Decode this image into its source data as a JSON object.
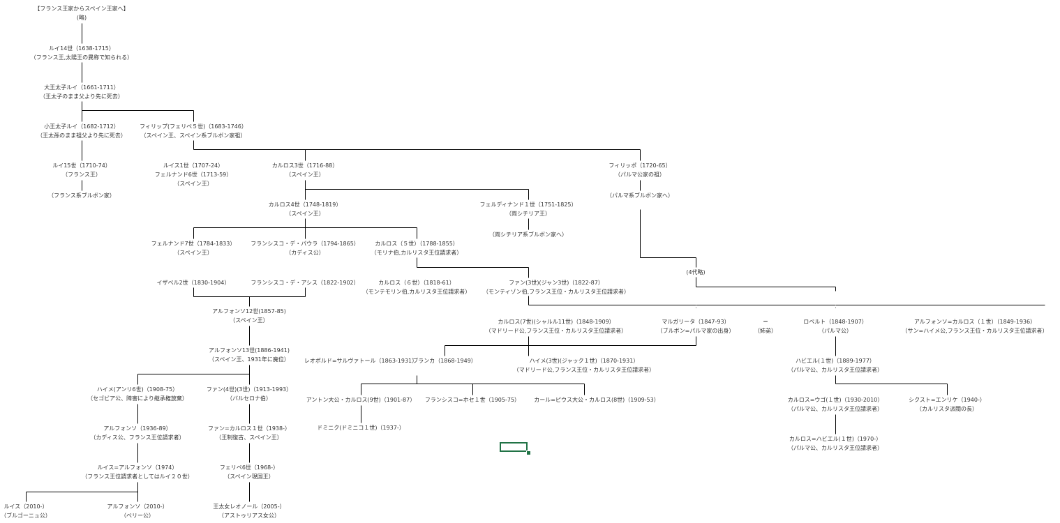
{
  "nodes": [
    {
      "id": "header",
      "l1": "【フランス王家からスペイン王家へ】",
      "l2": "(略)"
    },
    {
      "id": "louis14",
      "l1": "ルイ14世（1638-1715）",
      "l2": "（フランス王,太陽王の異称で知られる）"
    },
    {
      "id": "grand_dauphin",
      "l1": "大王太子ルイ（1661-1711）",
      "l2": "（王太子のまま父より先に死去）"
    },
    {
      "id": "petit_dauphin",
      "l1": "小王太子ルイ（1682-1712）",
      "l2": "（王太孫のまま祖父より先に死去）"
    },
    {
      "id": "philippe5",
      "l1": "フィリップ(フェリペ５世)（1683-1746）",
      "l2": "（スペイン王、スペイン系ブルボン家祖）"
    },
    {
      "id": "louis15",
      "l1": "ルイ15世（1710-74）",
      "l2": "（フランス王）"
    },
    {
      "id": "french_bourbon",
      "l1": "",
      "l2": "（フランス系ブルボン家）"
    },
    {
      "id": "luis1",
      "l1": "ルイス1世（1707-24）",
      "l2": "フェルナンド6世（1713-59）",
      "l3": "（スペイン王）"
    },
    {
      "id": "carlos3",
      "l1": "カルロス3世（1716-88）",
      "l2": "（スペイン王）"
    },
    {
      "id": "felipe_parma",
      "l1": "フィリッポ（1720-65）",
      "l2": "（パルマ公家の祖）"
    },
    {
      "id": "parma_bourbon",
      "l1": "",
      "l2": "（パルマ系ブルボン家へ）"
    },
    {
      "id": "carlos4",
      "l1": "カルロス4世（1748-1819）",
      "l2": "（スペイン王）"
    },
    {
      "id": "ferdinando1",
      "l1": "フェルディナンド１世（1751-1825）",
      "l2": "（両シチリア王）"
    },
    {
      "id": "two_sicilies",
      "l1": "",
      "l2": "（両シチリア系ブルボン家へ）"
    },
    {
      "id": "fernando7",
      "l1": "フェルナンド7世（1784-1833）",
      "l2": "（スペイン王）"
    },
    {
      "id": "francisco_paula",
      "l1": "フランシスコ・デ・パウラ（1794-1865）",
      "l2": "（カディス公）"
    },
    {
      "id": "carlos5",
      "l1": "カルロス（５世）（1788-1855）",
      "l2": "（モリナ伯,カルリスタ王位請求者）"
    },
    {
      "id": "isabel2",
      "l1": "イザベル2世（1830-1904）",
      "l2": ""
    },
    {
      "id": "francisco_asis",
      "l1": "フランシスコ・デ・アシス（1822-1902）",
      "l2": ""
    },
    {
      "id": "carlos6",
      "l1": "カルロス（６世）（1818-61）",
      "l2": "（モンテモリン伯,カルリスタ王位請求者）"
    },
    {
      "id": "juan3",
      "l1": "ファン(3世)(ジャン3世)（1822-87）",
      "l2": "（モンティゾン伯,フランス王位・カルリスタ王位請求者）"
    },
    {
      "id": "gen4",
      "l1": "(4代略)",
      "l2": ""
    },
    {
      "id": "alfonso12",
      "l1": "アルフォンソ12世(1857-85)",
      "l2": "（スペイン王）"
    },
    {
      "id": "carlos7",
      "l1": "カルロス(7世)(シャルル11世)（1848-1909）",
      "l2": "（マドリード公,フランス王位・カルリスタ王位請求者）"
    },
    {
      "id": "margarita",
      "l1": "マルガリータ（1847-93）",
      "l2": "（ブルボン=パルマ家の出身）"
    },
    {
      "id": "marriage",
      "l1": "＝",
      "l2": "（姉弟）"
    },
    {
      "id": "roberto",
      "l1": "ロベルト（1848-1907）",
      "l2": "（パルマ公）"
    },
    {
      "id": "alfonso_carlos",
      "l1": "アルフォンソ=カルロス（１世）（1849-1936）",
      "l2": "（サン=ハイメ公,フランス王位・カルリスタ王位請求者）"
    },
    {
      "id": "alfonso13",
      "l1": "アルフォンソ13世(1886-1941)",
      "l2": "（スペイン王、1931年に廃位）"
    },
    {
      "id": "leopoldo",
      "l1": "レオポルド=サルヴァトール（1863-1931）",
      "l2": ""
    },
    {
      "id": "blanca",
      "l1": "ブランカ（1868-1949）",
      "l2": ""
    },
    {
      "id": "jaime3",
      "l1": "ハイメ(3世)(ジャック１世)（1870-1931）",
      "l2": "（マドリード公,フランス王位・カルリスタ王位請求者）"
    },
    {
      "id": "javier",
      "l1": "ハビエル(１世)（1889-1977）",
      "l2": "（パルマ公、カルリスタ王位請求者）"
    },
    {
      "id": "jaime_segovia",
      "l1": "ハイメ(アンリ6世)（1908-75）",
      "l2": "（セゴビア公、障害により継承権放棄）"
    },
    {
      "id": "juan_barcelona",
      "l1": "ファン(4世)(3世)（1913-1993）",
      "l2": "（バルセロナ伯）"
    },
    {
      "id": "anton",
      "l1": "アントン大公・カルロス(9世)（1901-87）",
      "l2": ""
    },
    {
      "id": "francisco_jose",
      "l1": "フランシスコ=ホセ１世（1905-75）",
      "l2": ""
    },
    {
      "id": "karl_pius",
      "l1": "カール=ピウス大公・カルロス(8世)（1909-53）",
      "l2": ""
    },
    {
      "id": "carlos_hugo",
      "l1": "カルロス=ウゴ(１世)（1930-2010）",
      "l2": "（パルマ公、カルリスタ王位請求者）"
    },
    {
      "id": "sixto",
      "l1": "シクスト=エンリケ（1940-）",
      "l2": "（カルリスタ派閥の長）"
    },
    {
      "id": "alfonso_cadiz",
      "l1": "アルフォンソ（1936-89）",
      "l2": "（カディス公、フランス王位請求者）"
    },
    {
      "id": "juan_carlos",
      "l1": "ファン=カルロス１世（1938-）",
      "l2": "（王制復古、スペイン王）"
    },
    {
      "id": "domingo",
      "l1": "ドミニク(ドミニコ１世)（1937-）",
      "l2": ""
    },
    {
      "id": "carlos_javier",
      "l1": "カルロス=ハビエル(１世)（1970-）",
      "l2": "（パルマ公、カルリスタ王位請求者）"
    },
    {
      "id": "luis_alfonso",
      "l1": "ルイス=アルフォンソ（1974）",
      "l2": "（フランス王位請求者としてはルイ２０世）"
    },
    {
      "id": "felipe6",
      "l1": "フェリペ6世（1968-）",
      "l2": "（スペイン現国王）"
    },
    {
      "id": "luis2010",
      "l1": "ルイス（2010-）",
      "l2": "（ブルゴーニュ公）"
    },
    {
      "id": "alfonso2010",
      "l1": "アルフォンソ（2010-）",
      "l2": "（ベリー公）"
    },
    {
      "id": "leonor",
      "l1": "王太女レオノール（2005-）",
      "l2": "（アストゥリアス女公）"
    }
  ]
}
